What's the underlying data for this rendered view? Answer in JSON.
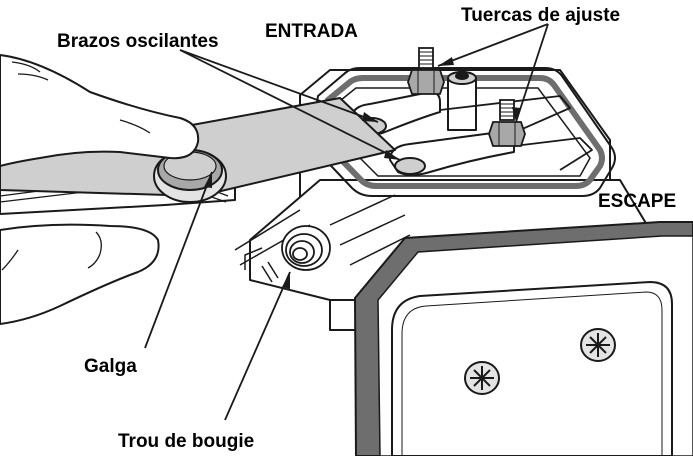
{
  "labels": {
    "entrada": "ENTRADA",
    "tuercas": "Tuercas de ajuste",
    "brazos": "Brazos oscilantes",
    "escape": "ESCAPE",
    "galga": "Galga",
    "trou": "Trou de bougie"
  },
  "colors": {
    "line": "#1a1a1a",
    "gray_dark": "#6e6e6e",
    "gray_mid": "#a8a8a8",
    "gray_light": "#cfcfcf",
    "gray_face": "#e4e4e4",
    "white": "#ffffff"
  }
}
